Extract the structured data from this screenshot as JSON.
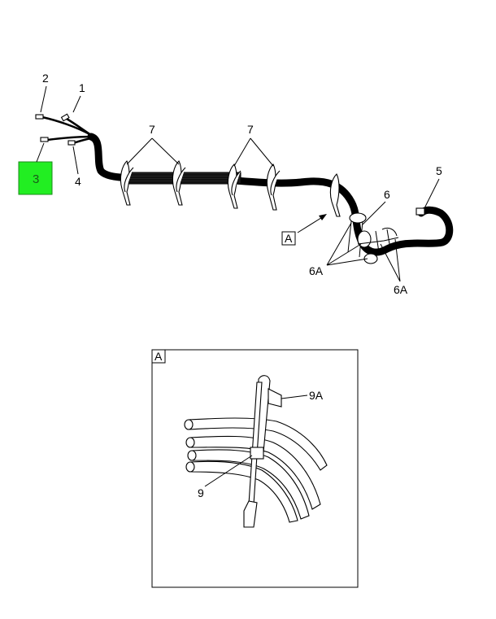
{
  "callouts": {
    "c1": "1",
    "c2": "2",
    "c3": "3",
    "c4": "4",
    "c5": "5",
    "c6": "6",
    "c6a_left": "6A",
    "c6a_right": "6A",
    "c7_left": "7",
    "c7_right": "7",
    "c9": "9",
    "c9a": "9A"
  },
  "view_ref": "A",
  "detail": {
    "tag": "A"
  },
  "colors": {
    "highlight_fill": "#22ee22",
    "highlight_border": "#1a8a1a",
    "line": "#000000"
  }
}
